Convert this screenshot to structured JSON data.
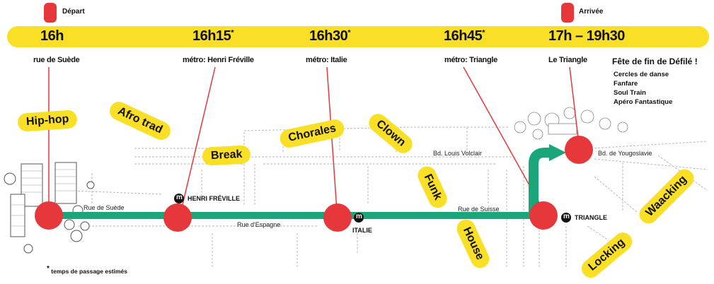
{
  "flags": {
    "depart": "Départ",
    "arrivee": "Arrivée"
  },
  "timeline": [
    {
      "time": "16h",
      "star": "",
      "place": "rue de Suède"
    },
    {
      "time": "16h15",
      "star": "*",
      "place": "métro: Henri Fréville"
    },
    {
      "time": "16h30",
      "star": "*",
      "place": "métro: Italie"
    },
    {
      "time": "16h45",
      "star": "*",
      "place": "métro: Triangle"
    },
    {
      "time": "17h – 19h30",
      "star": "",
      "place": "Le Triangle"
    }
  ],
  "fete": {
    "title": "Fête de fin de Défilé !",
    "items": [
      "Cercles de danse",
      "Fanfare",
      "Soul Train",
      "Apéro Fantastique"
    ]
  },
  "dances": [
    "Hip-hop",
    "Afro trad",
    "Break",
    "Chorales",
    "Clown",
    "Funk",
    "House",
    "Locking",
    "Waacking"
  ],
  "streets": {
    "suede": "Rue de Suède",
    "espagne": "Rue d'Espagne",
    "suisse": "Rue de Suisse",
    "volclair": "Bd. Louis  Volclair",
    "yougoslavie": "Bd. de Yougoslavie"
  },
  "metro": {
    "symbol": "m",
    "henri": "HENRI FRÉVILLE",
    "italie": "ITALIE",
    "triangle": "TRIANGLE"
  },
  "note": {
    "star": "*",
    "text": "temps de passage estimés"
  },
  "colors": {
    "yellow": "#f9df26",
    "red": "#e6373a",
    "green": "#1aa57b",
    "street_gray": "#b9b9b9"
  }
}
